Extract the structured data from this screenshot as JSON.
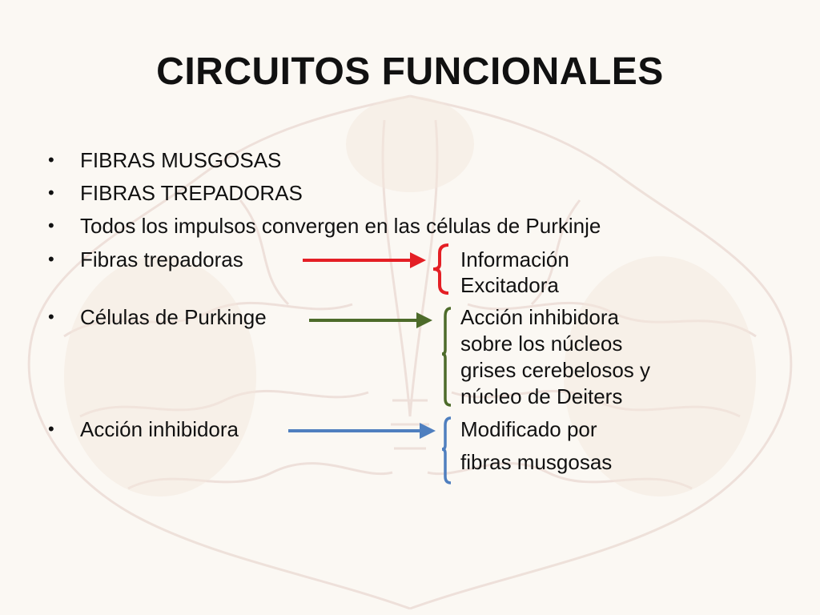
{
  "slide": {
    "title": "CIRCUITOS FUNCIONALES",
    "bullet_symbol": "•",
    "bullets": [
      {
        "text": "FIBRAS MUSGOSAS"
      },
      {
        "text": "FIBRAS TREPADORAS"
      },
      {
        "text": "Todos los impulsos convergen en las células de Purkinje"
      },
      {
        "text": "Fibras trepadoras",
        "arrow_color": "#e41f25",
        "bracket_color": "#e41f25",
        "result_lines": [
          "Información",
          "Excitadora"
        ]
      },
      {
        "text": "Células de Purkinge",
        "arrow_color": "#4d6b2a",
        "bracket_color": "#4d6b2a",
        "result_lines": [
          "Acción inhibidora",
          "sobre los núcleos",
          "grises cerebelosos y",
          "núcleo de Deiters"
        ]
      },
      {
        "text": "Acción inhibidora",
        "arrow_color": "#4f7fbf",
        "bracket_color": "#4f7fbf",
        "result_lines": [
          "Modificado por",
          "fibras musgosas"
        ]
      }
    ]
  },
  "colors": {
    "background": "#fbf8f3",
    "text": "#111111",
    "watermark": "#e8d6cf"
  }
}
